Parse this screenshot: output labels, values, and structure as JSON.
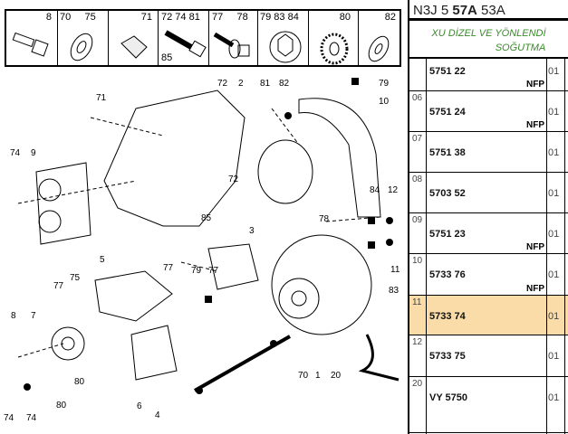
{
  "header": {
    "prefix": "N3J 5 ",
    "bold": "57A",
    "suffix": " 53A"
  },
  "title": {
    "line1": "XU DİZEL VE YÖNLENDİ",
    "line2": "SOĞUTMA"
  },
  "rows": [
    {
      "idx": "",
      "part": "5751 22",
      "nfp": "NFP",
      "qty": "01",
      "selected": false
    },
    {
      "idx": "06",
      "part": "5751 24",
      "nfp": "NFP",
      "qty": "01",
      "selected": false
    },
    {
      "idx": "07",
      "part": "5751 38",
      "nfp": "",
      "qty": "01",
      "selected": false
    },
    {
      "idx": "08",
      "part": "5703 52",
      "nfp": "",
      "qty": "01",
      "selected": false
    },
    {
      "idx": "09",
      "part": "5751 23",
      "nfp": "NFP",
      "qty": "01",
      "selected": false
    },
    {
      "idx": "10",
      "part": "5733 76",
      "nfp": "NFP",
      "qty": "01",
      "selected": false
    },
    {
      "idx": "11",
      "part": "5733 74",
      "nfp": "",
      "qty": "01",
      "selected": true
    },
    {
      "idx": "12",
      "part": "5733 75",
      "nfp": "",
      "qty": "01",
      "selected": false
    },
    {
      "idx": "20",
      "part": "VY 5750",
      "nfp": "",
      "qty": "01",
      "selected": false
    }
  ],
  "strip": [
    {
      "labels": "8",
      "icon": "bolt-icon"
    },
    {
      "labels": "70     75",
      "icon": "washer-icon"
    },
    {
      "labels": "71",
      "icon": "sleeve-icon"
    },
    {
      "labels": "72 74 81",
      "extra": "85",
      "icon": "screw-icon"
    },
    {
      "labels": "77     78",
      "icon": "bolt-washer-icon"
    },
    {
      "labels": "79 83 84",
      "icon": "nut-icon"
    },
    {
      "labels": "80",
      "icon": "serrated-washer-icon"
    },
    {
      "labels": "82",
      "icon": "washer-icon"
    }
  ],
  "callouts": [
    "72",
    "2",
    "81",
    "82",
    "79",
    "71",
    "10",
    "9",
    "74",
    "72",
    "84",
    "12",
    "78",
    "85",
    "3",
    "11",
    "5",
    "75",
    "77",
    "77",
    "79",
    "77",
    "83",
    "8",
    "7",
    "80",
    "80",
    "74",
    "74",
    "6",
    "4",
    "70",
    "1",
    "20"
  ]
}
